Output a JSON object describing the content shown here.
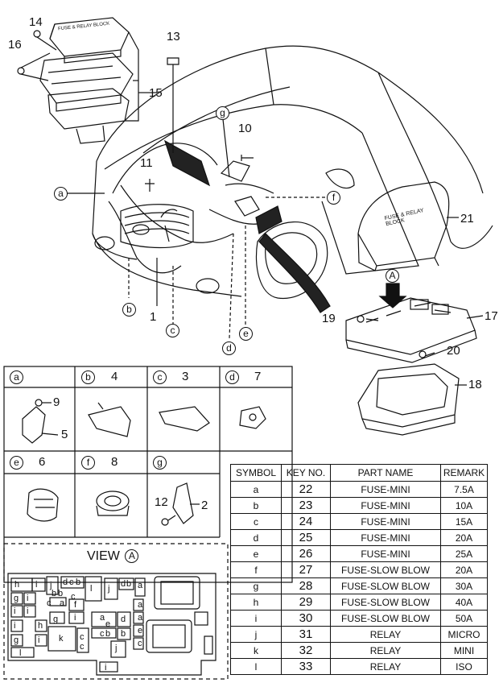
{
  "callouts": {
    "n1": "1",
    "n10": "10",
    "n11": "11",
    "n13": "13",
    "n14": "14",
    "n15": "15",
    "n16": "16",
    "n17": "17",
    "n18": "18",
    "n19": "19",
    "n20": "20",
    "n21": "21"
  },
  "letters": {
    "a": "a",
    "b": "b",
    "c": "c",
    "d": "d",
    "e": "e",
    "f": "f",
    "g": "g",
    "A": "A"
  },
  "cover_text": "FUSE & RELAY BLOCK",
  "legend": [
    {
      "sym": "a",
      "num": "",
      "sub": [
        "9",
        "5"
      ]
    },
    {
      "sym": "b",
      "num": "4"
    },
    {
      "sym": "c",
      "num": "3"
    },
    {
      "sym": "d",
      "num": "7"
    },
    {
      "sym": "e",
      "num": "6"
    },
    {
      "sym": "f",
      "num": "8"
    },
    {
      "sym": "g",
      "num": "",
      "sub": [
        "12",
        "2"
      ]
    }
  ],
  "view": {
    "label": "VIEW",
    "mark": "A"
  },
  "fuse_labels": [
    "h",
    "i",
    "j",
    "d",
    "c",
    "b",
    "l",
    "j",
    "d",
    "b",
    "a",
    "g",
    "i",
    "i",
    "c",
    "b",
    "b",
    "a",
    "c",
    "a",
    "i",
    "h",
    "f",
    "i",
    "a",
    "e",
    "c",
    "b",
    "d",
    "g",
    "g",
    "i",
    "i",
    "a",
    "e",
    "k",
    "c",
    "c",
    "c",
    "l",
    "j",
    "i",
    "b"
  ],
  "table": {
    "headers": [
      "SYMBOL",
      "KEY NO.",
      "PART NAME",
      "REMARK"
    ],
    "rows": [
      [
        "a",
        "22",
        "FUSE-MINI",
        "7.5A"
      ],
      [
        "b",
        "23",
        "FUSE-MINI",
        "10A"
      ],
      [
        "c",
        "24",
        "FUSE-MINI",
        "15A"
      ],
      [
        "d",
        "25",
        "FUSE-MINI",
        "20A"
      ],
      [
        "e",
        "26",
        "FUSE-MINI",
        "25A"
      ],
      [
        "f",
        "27",
        "FUSE-SLOW BLOW",
        "20A"
      ],
      [
        "g",
        "28",
        "FUSE-SLOW BLOW",
        "30A"
      ],
      [
        "h",
        "29",
        "FUSE-SLOW BLOW",
        "40A"
      ],
      [
        "i",
        "30",
        "FUSE-SLOW BLOW",
        "50A"
      ],
      [
        "j",
        "31",
        "RELAY",
        "MICRO"
      ],
      [
        "k",
        "32",
        "RELAY",
        "MINI"
      ],
      [
        "l",
        "33",
        "RELAY",
        "ISO"
      ]
    ]
  }
}
